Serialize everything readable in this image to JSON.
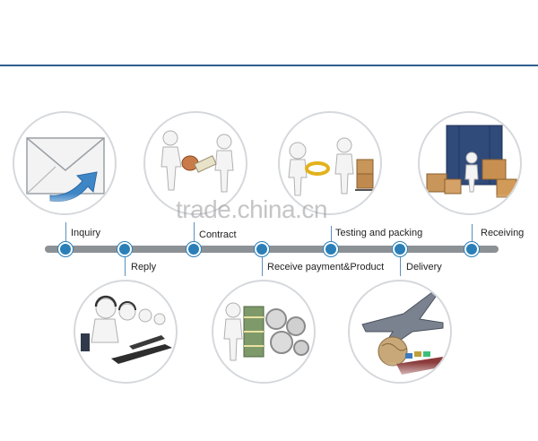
{
  "watermark": "trade.china.cn",
  "accent_color": "#2a7fb8",
  "timeline": {
    "steps": [
      {
        "label": "Inquiry",
        "icon": "envelope-icon"
      },
      {
        "label": "Reply",
        "icon": "customer-service-icon"
      },
      {
        "label": "Contract",
        "icon": "handover-icon"
      },
      {
        "label": "Receive payment&Product",
        "icon": "money-gears-icon"
      },
      {
        "label": "Testing and packing",
        "icon": "packing-icon"
      },
      {
        "label": "Delivery",
        "icon": "airplane-globe-icon"
      },
      {
        "label": "Receiving",
        "icon": "container-boxes-icon"
      }
    ]
  }
}
